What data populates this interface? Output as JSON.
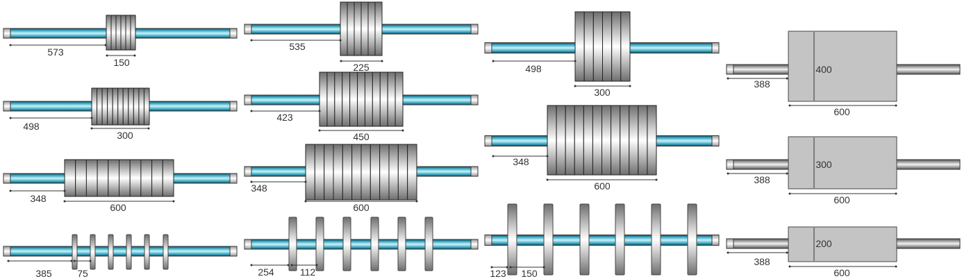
{
  "colors": {
    "shaft_teal": "#5fc3d8",
    "shaft_gray": "#bdbdbd",
    "block_gray": "#c4c4c4",
    "dim_line": "#333333"
  },
  "panels": [
    {
      "id": "c1r1",
      "type": "stack",
      "dims": [
        "573",
        "150"
      ]
    },
    {
      "id": "c1r2",
      "type": "stack",
      "dims": [
        "498",
        "300"
      ]
    },
    {
      "id": "c1r3",
      "type": "stack",
      "dims": [
        "348",
        "600"
      ]
    },
    {
      "id": "c1r4",
      "type": "discs",
      "dims": [
        "385",
        "75"
      ]
    },
    {
      "id": "c2r1",
      "type": "stack",
      "dims": [
        "535",
        "225"
      ]
    },
    {
      "id": "c2r2",
      "type": "stack",
      "dims": [
        "423",
        "450"
      ]
    },
    {
      "id": "c2r3",
      "type": "stack",
      "dims": [
        "348",
        "600"
      ]
    },
    {
      "id": "c2r4",
      "type": "discs",
      "dims": [
        "254",
        "112"
      ]
    },
    {
      "id": "c3r1",
      "type": "stack",
      "dims": [
        "498",
        "300"
      ]
    },
    {
      "id": "c3r2",
      "type": "stack",
      "dims": [
        "348",
        "600"
      ]
    },
    {
      "id": "c3r3",
      "type": "discs",
      "dims": [
        "123",
        "150"
      ]
    },
    {
      "id": "c4r1",
      "type": "block",
      "dims": [
        "388",
        "600",
        "400"
      ]
    },
    {
      "id": "c4r2",
      "type": "block",
      "dims": [
        "388",
        "600",
        "300"
      ]
    },
    {
      "id": "c4r3",
      "type": "block",
      "dims": [
        "388",
        "600",
        "200"
      ]
    }
  ]
}
